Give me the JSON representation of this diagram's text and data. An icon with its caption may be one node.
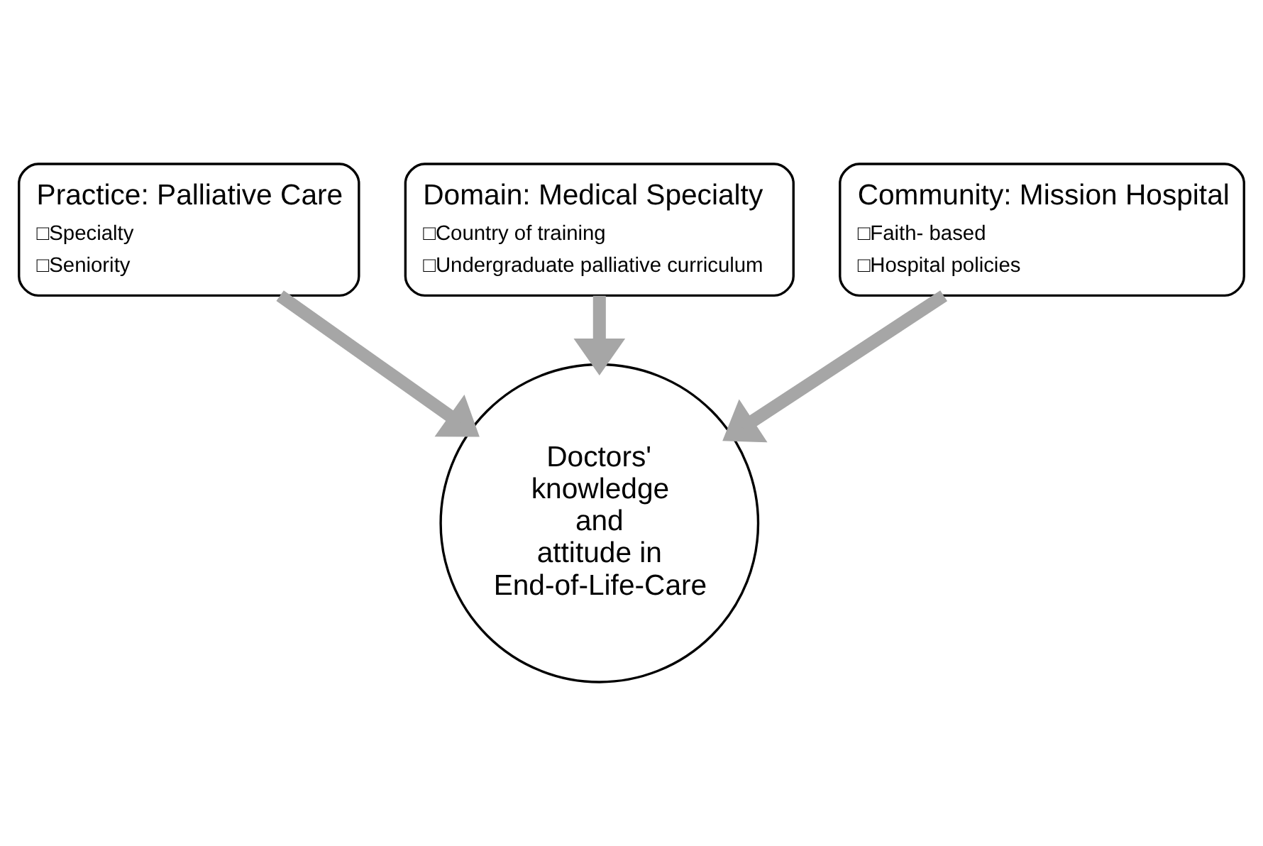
{
  "diagram": {
    "nodes": [
      {
        "text": [
          "Practice: Palliative Care",
          "□Specialty",
          "□Seniority"
        ]
      },
      {
        "text": [
          "Domain: Medical Specialty",
          "□Country of training",
          "□Undergraduate palliative curriculum"
        ]
      },
      {
        "text": [
          "Community: Mission Hospital",
          "□Faith- based",
          "□Hospital policies"
        ]
      },
      {
        "text": [
          "Doctors' knowledge and attitude in End-of-Life-Care"
        ]
      }
    ],
    "edges": [
      {
        "from": 0,
        "to": 3,
        "arrow": "to"
      },
      {
        "from": 1,
        "to": 3,
        "arrow": "to"
      },
      {
        "from": 2,
        "to": 3,
        "arrow": "to"
      }
    ]
  }
}
